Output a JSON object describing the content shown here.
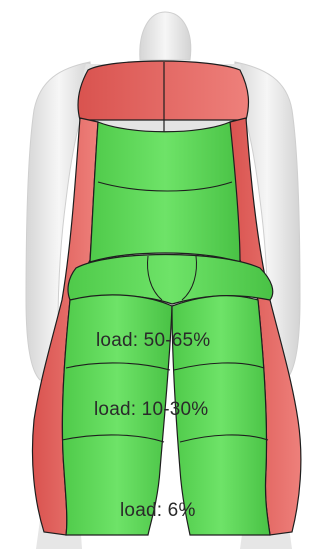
{
  "zones": [
    {
      "id": "upper-thigh",
      "label": "load: 50-65%"
    },
    {
      "id": "mid-thigh",
      "label": "load: 10-30%"
    },
    {
      "id": "lower-thigh",
      "label": "load: 6%"
    }
  ],
  "colors": {
    "high_load_panel": "#e26a66",
    "low_load_panel": "#5fd85a",
    "mannequin": "#e9e9e9",
    "seam_line": "#1e1e1e"
  }
}
